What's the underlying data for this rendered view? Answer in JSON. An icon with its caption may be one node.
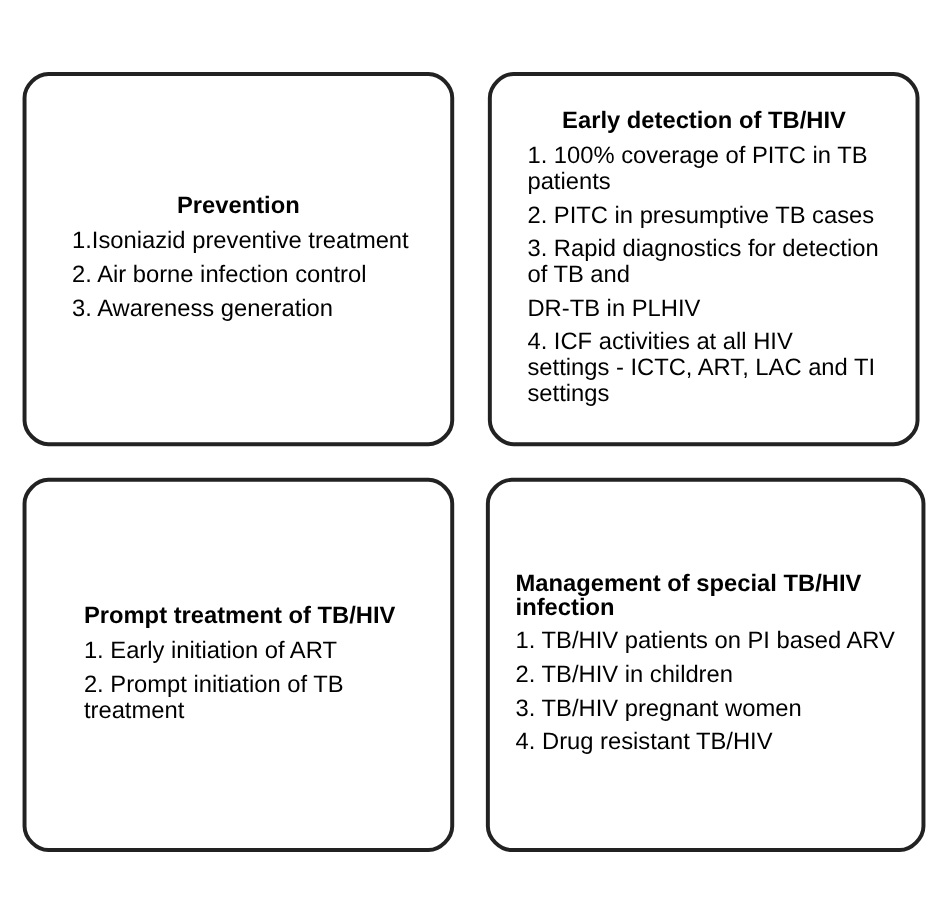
{
  "diagram": {
    "nodes": [
      {
        "text": [
          "Prevention",
          "1.Isoniazid preventive treatment",
          "2. Air borne infection control",
          "3. Awareness generation"
        ]
      },
      {
        "text": [
          "Early detection of TB/HIV",
          "1. 100% coverage of PITC in TB patients",
          "2. PITC in presumptive TB cases",
          "3. Rapid diagnostics for detection of TB and",
          "DR-TB in PLHIV",
          "4. ICF activities at all HIV settings - ICTC, ART, LAC and TI settings"
        ]
      },
      {
        "text": [
          "Prompt treatment of TB/HIV",
          "1. Early initiation of ART",
          "2. Prompt initiation of TB treatment"
        ]
      },
      {
        "text": [
          "Management of special TB/HIV infection",
          "1. TB/HIV patients on PI based ARV",
          "2. TB/HIV in children",
          "3. TB/HIV pregnant women",
          "4. Drug resistant TB/HIV"
        ]
      }
    ]
  }
}
